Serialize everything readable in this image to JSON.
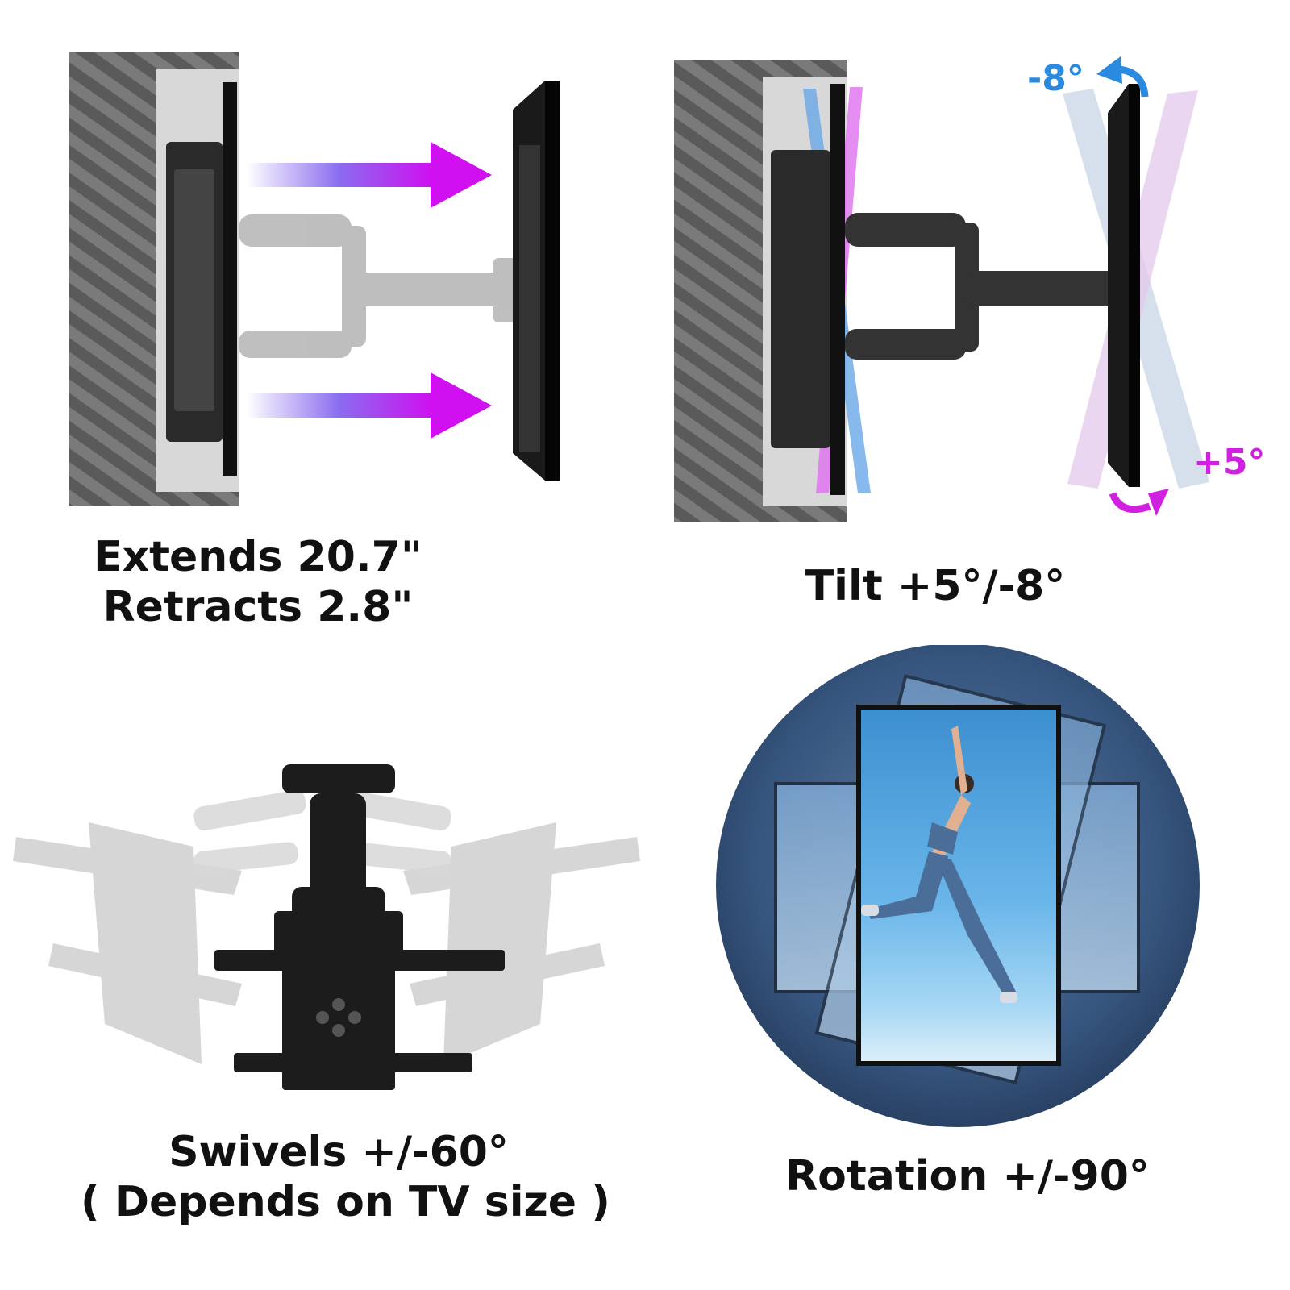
{
  "captions": {
    "extend": {
      "line1": "Extends 20.7\"",
      "line2": "Retracts 2.8\""
    },
    "tilt": {
      "line1": "Tilt +5°/-8°"
    },
    "swivel": {
      "line1": "Swivels +/-60°",
      "line2": "( Depends on TV size )"
    },
    "rotation": {
      "line1": "Rotation +/-90°"
    }
  },
  "tilt_labels": {
    "up": "-8°",
    "down": "+5°"
  },
  "colors": {
    "arrow_gradient_start": "#ffffff",
    "arrow_gradient_end": "#d010f0",
    "tilt_up": "#2a8ae0",
    "tilt_down": "#d020e0",
    "wall_stripe_dark": "#5a5a5a",
    "wall_stripe_light": "#7a7a7a",
    "mount_black": "#1c1c1c",
    "circle_navy": "#2c4a70"
  }
}
